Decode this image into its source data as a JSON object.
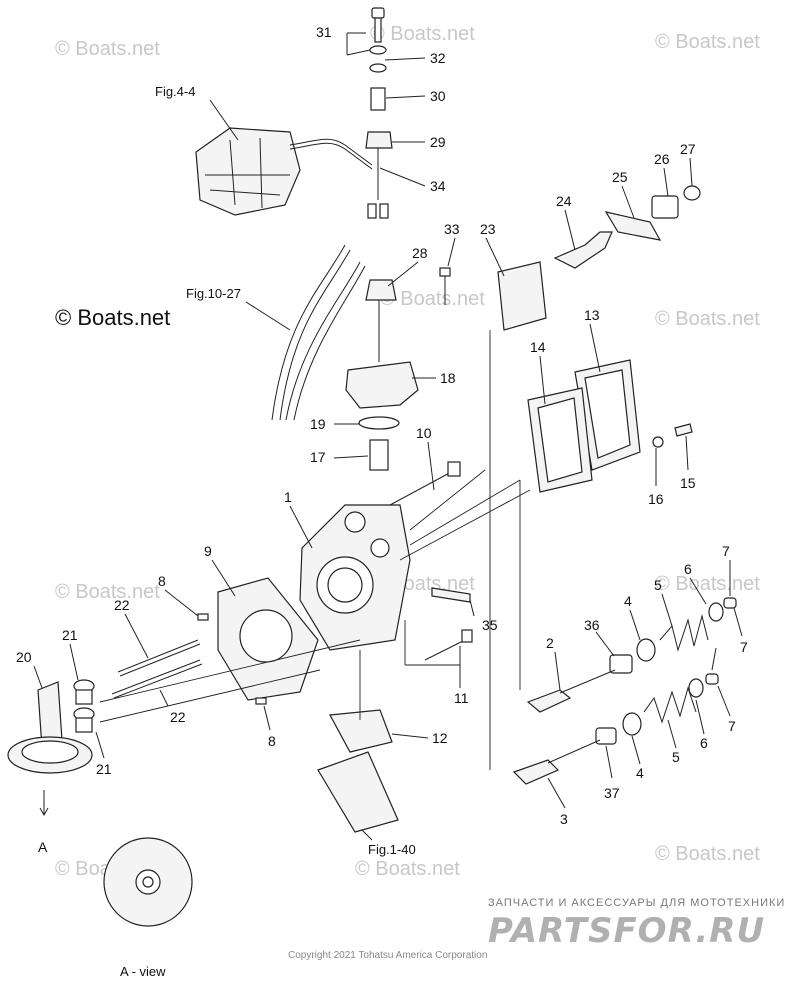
{
  "watermark": {
    "text": "© Boats.net",
    "highlight_text": "© Boats.net"
  },
  "callouts": [
    "31",
    "32",
    "30",
    "29",
    "34",
    "33",
    "28",
    "23",
    "24",
    "25",
    "26",
    "27",
    "13",
    "14",
    "18",
    "19",
    "17",
    "10",
    "15",
    "16",
    "1",
    "9",
    "8",
    "22",
    "21",
    "20",
    "12",
    "35",
    "11",
    "36",
    "2",
    "4",
    "5",
    "6",
    "7",
    "37",
    "3",
    "22",
    "21",
    "8",
    "7",
    "5",
    "6",
    "7",
    "4"
  ],
  "figure_refs": {
    "fig_4_4": "Fig.4-4",
    "fig_10_27": "Fig.10-27",
    "fig_1_40": "Fig.1-40"
  },
  "view_labels": {
    "arrow_label": "A",
    "view_caption": "A - view"
  },
  "copyright": "Copyright 2021 Tohatsu America Corporation",
  "shop": {
    "tagline": "ЗАПЧАСТИ И АКСЕССУАРЫ ДЛЯ МОТОТЕХНИКИ",
    "name": "PARTSFOR.RU"
  }
}
